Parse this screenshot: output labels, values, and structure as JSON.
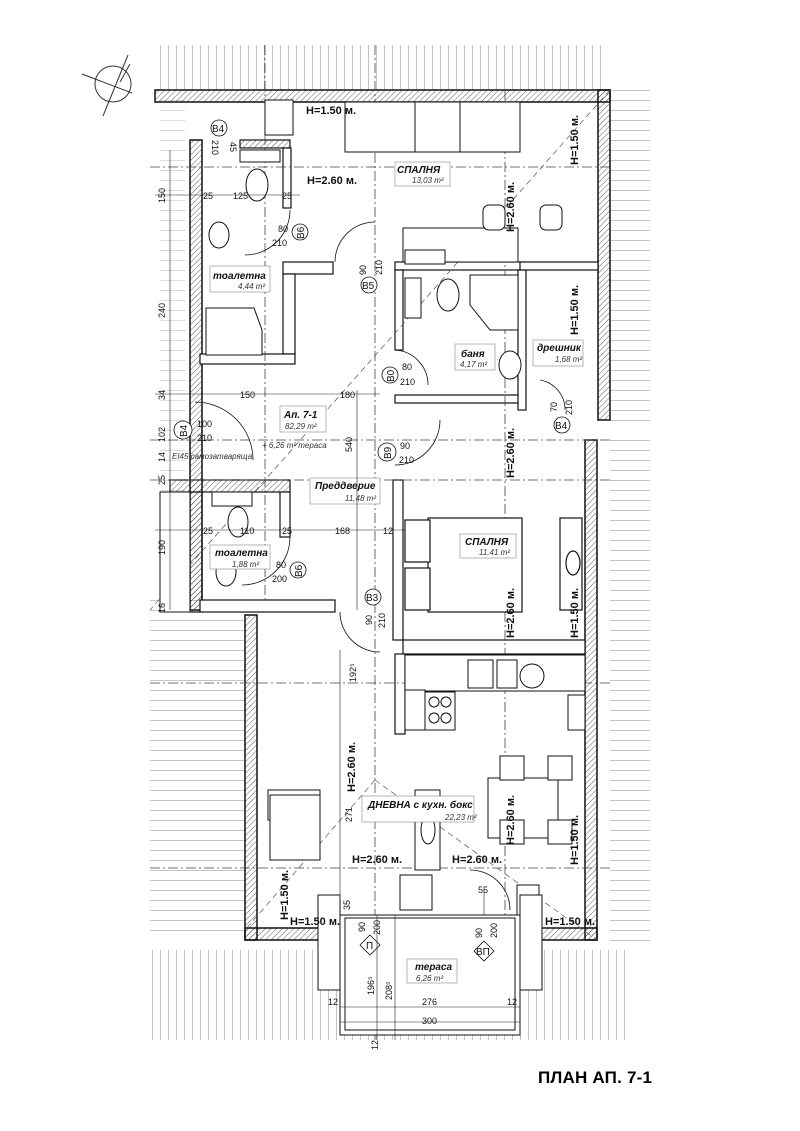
{
  "title": "ПЛАН АП. 7-1",
  "apartment": {
    "name": "Ап. 7-1",
    "area": "82,29 m²",
    "terrace_note": "+ 6,26 m² тераса"
  },
  "rooms": [
    {
      "id": "bedroom-1",
      "name": "СПАЛНЯ",
      "area": "13,03 m²"
    },
    {
      "id": "toilet-1",
      "name": "тоалетна",
      "area": "4,44 m²"
    },
    {
      "id": "bathroom",
      "name": "баня",
      "area": "4,17 m²"
    },
    {
      "id": "wardrobe",
      "name": "дрешник",
      "area": "1,68 m²"
    },
    {
      "id": "hallway",
      "name": "Преддверие",
      "area": "11,48 m²"
    },
    {
      "id": "toilet-2",
      "name": "тоалетна",
      "area": "1,88 m²"
    },
    {
      "id": "bedroom-2",
      "name": "СПАЛНЯ",
      "area": "11,41 m²"
    },
    {
      "id": "living",
      "name": "ДНЕВНА с кухн. бокс",
      "area": "22,23 m²"
    },
    {
      "id": "terrace",
      "name": "тераса",
      "area": "6,26 m²"
    }
  ],
  "heights": {
    "h150": "H=1.50 м.",
    "h260": "H=2.60 м."
  },
  "doors": [
    {
      "tag": "B4",
      "w": "45",
      "h": "210"
    },
    {
      "tag": "B6",
      "w": "80",
      "h": "210"
    },
    {
      "tag": "B5",
      "w": "90",
      "h": "210"
    },
    {
      "tag": "B0",
      "w": "80",
      "h": "210"
    },
    {
      "tag": "B4",
      "w": "70",
      "h": "210"
    },
    {
      "tag": "B4",
      "w": "100",
      "h": "210",
      "note": "EI45 самозатваряща"
    },
    {
      "tag": "B9",
      "w": "90",
      "h": "210"
    },
    {
      "tag": "B6",
      "w": "80",
      "h": "200"
    },
    {
      "tag": "B3",
      "w": "90",
      "h": "210"
    },
    {
      "tag": "П",
      "w": "90",
      "h": "200"
    },
    {
      "tag": "ВП",
      "w": "90",
      "h": "200"
    }
  ],
  "dimensions": {
    "d150a": "150",
    "d125": "125",
    "d25": "25",
    "d240": "240",
    "d34": "34",
    "d150b": "150",
    "d180": "180",
    "d102": "102",
    "d14": "14",
    "d540": "540",
    "d110": "110",
    "d168": "168",
    "d12": "12",
    "d190": "190",
    "d16": "16",
    "d192": "192⁵",
    "d271": "271",
    "d55": "55",
    "d276": "276",
    "d300": "300",
    "d196": "196⁵",
    "d208": "208⁵",
    "d35": "35"
  }
}
